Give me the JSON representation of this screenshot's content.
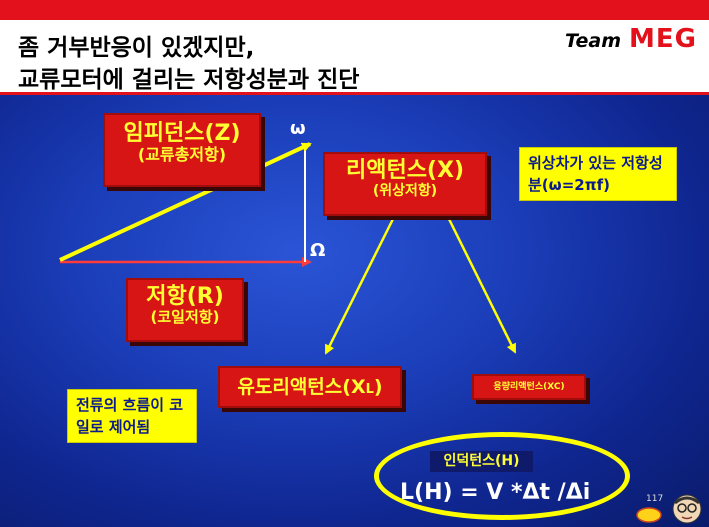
{
  "header": {
    "title_line1": "좀 거부반응이 있겠지만,",
    "title_line2": "교류모터에 걸리는 저항성분과 진단",
    "brand_team": "Team",
    "brand_meg": "MEG"
  },
  "boxes": {
    "impedance": {
      "title": "임피던스(Z)",
      "sub": "(교류총저항)"
    },
    "reactance": {
      "title": "리액턴스(X)",
      "sub": "(위상저항)"
    },
    "resistance": {
      "title": "저항(R)",
      "sub": "(코일저항)"
    },
    "inductive": {
      "title_pre": "유도리액턴스(X",
      "title_sub": "L",
      "title_post": ")"
    },
    "capacitive": {
      "title": "용량리액턴스(XC)"
    }
  },
  "notes": {
    "phase": "위상차가 있는 저항성분(ω=2πf)",
    "current": "전류의 흐름이 코일로 제어됨"
  },
  "symbols": {
    "omega_small": "ω",
    "omega_big": "Ω"
  },
  "inductance": {
    "label": "인덕턴스(H)",
    "formula": "L(H) = V *Δt /Δi"
  },
  "page_number": "117",
  "colors": {
    "accent_red": "#e3111c",
    "arrow_yellow": "#ffff00",
    "box_text": "#ffff33"
  }
}
